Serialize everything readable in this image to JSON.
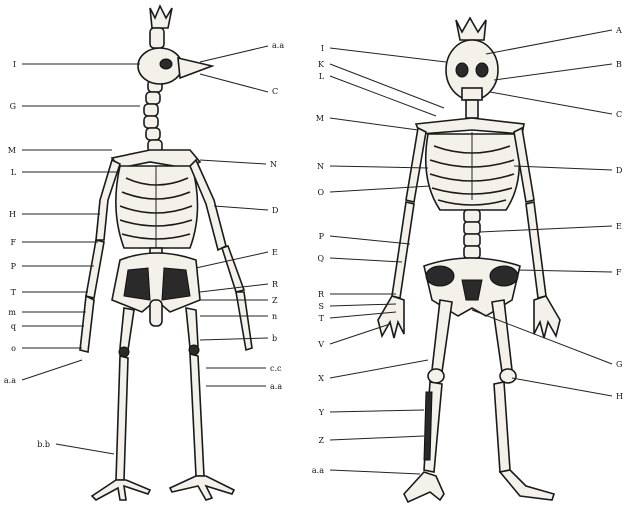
{
  "figure": {
    "left_panel": {
      "labels": [
        "I",
        "a.a",
        "C",
        "G",
        "M",
        "N",
        "L",
        "H",
        "D",
        "F",
        "E",
        "P",
        "R",
        "T",
        "Z",
        "m",
        "n",
        "q",
        "b",
        "o",
        "a.a",
        "c.c",
        "a.a",
        "b.b"
      ],
      "note": "bird skeleton"
    },
    "right_panel": {
      "labels": [
        "I",
        "A",
        "K",
        "B",
        "L",
        "C",
        "M",
        "N",
        "D",
        "O",
        "P",
        "E",
        "Q",
        "F",
        "R",
        "S",
        "T",
        "V",
        "G",
        "X",
        "H",
        "Y",
        "Z",
        "a.a"
      ],
      "note": "human skeleton"
    }
  }
}
